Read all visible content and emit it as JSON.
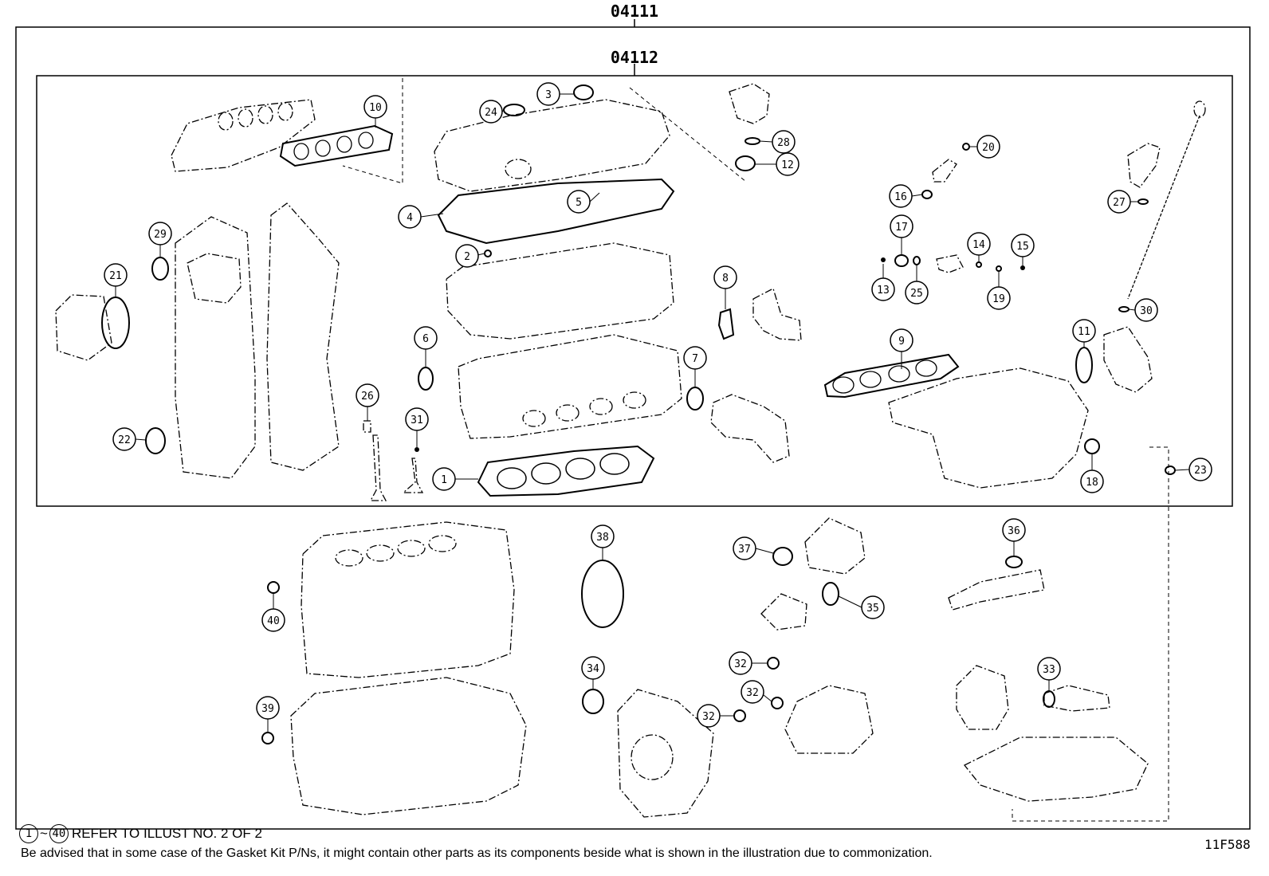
{
  "outer_kit": {
    "part_no": "04111"
  },
  "inner_kit": {
    "part_no": "04112"
  },
  "callouts": [
    "1",
    "2",
    "3",
    "4",
    "5",
    "6",
    "7",
    "8",
    "9",
    "10",
    "11",
    "12",
    "13",
    "14",
    "15",
    "16",
    "17",
    "18",
    "19",
    "20",
    "21",
    "22",
    "23",
    "24",
    "25",
    "26",
    "27",
    "28",
    "29",
    "30",
    "31",
    "32",
    "32",
    "32",
    "33",
    "34",
    "35",
    "36",
    "37",
    "38",
    "39",
    "40"
  ],
  "footer": {
    "range_start": "1",
    "range_end": "40",
    "range_sep": "~",
    "refer_text": "REFER TO ILLUST NO. 2 OF 2",
    "note": "Be advised that in some case of the Gasket Kit P/Ns,  it might contain other parts as its components beside what is shown in the illustration due to commonization."
  },
  "illustration_code": "11F588"
}
